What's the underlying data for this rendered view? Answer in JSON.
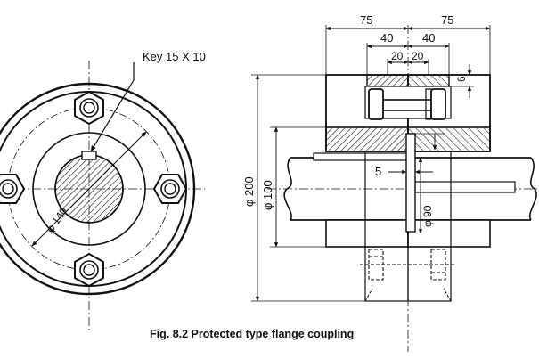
{
  "figure": {
    "caption": "Fig. 8.2 Protected type flange coupling"
  },
  "front_view": {
    "key_label": "Key 15 X 10",
    "pitch_diameter_label": "φ 140"
  },
  "section_view": {
    "dim_top_left": "75",
    "dim_top_right": "75",
    "dim_hub_left": "40",
    "dim_hub_right": "40",
    "dim_spigot_left": "20",
    "dim_spigot_right": "20",
    "dim_nut": "6",
    "dim_outer_dia": "φ 200",
    "dim_hub_dia": "φ 100",
    "dim_gap": "5",
    "dim_bore_dia": "φ 90"
  },
  "colors": {
    "line": "#111111",
    "hatch": "#222222",
    "background": "#ffffff"
  }
}
